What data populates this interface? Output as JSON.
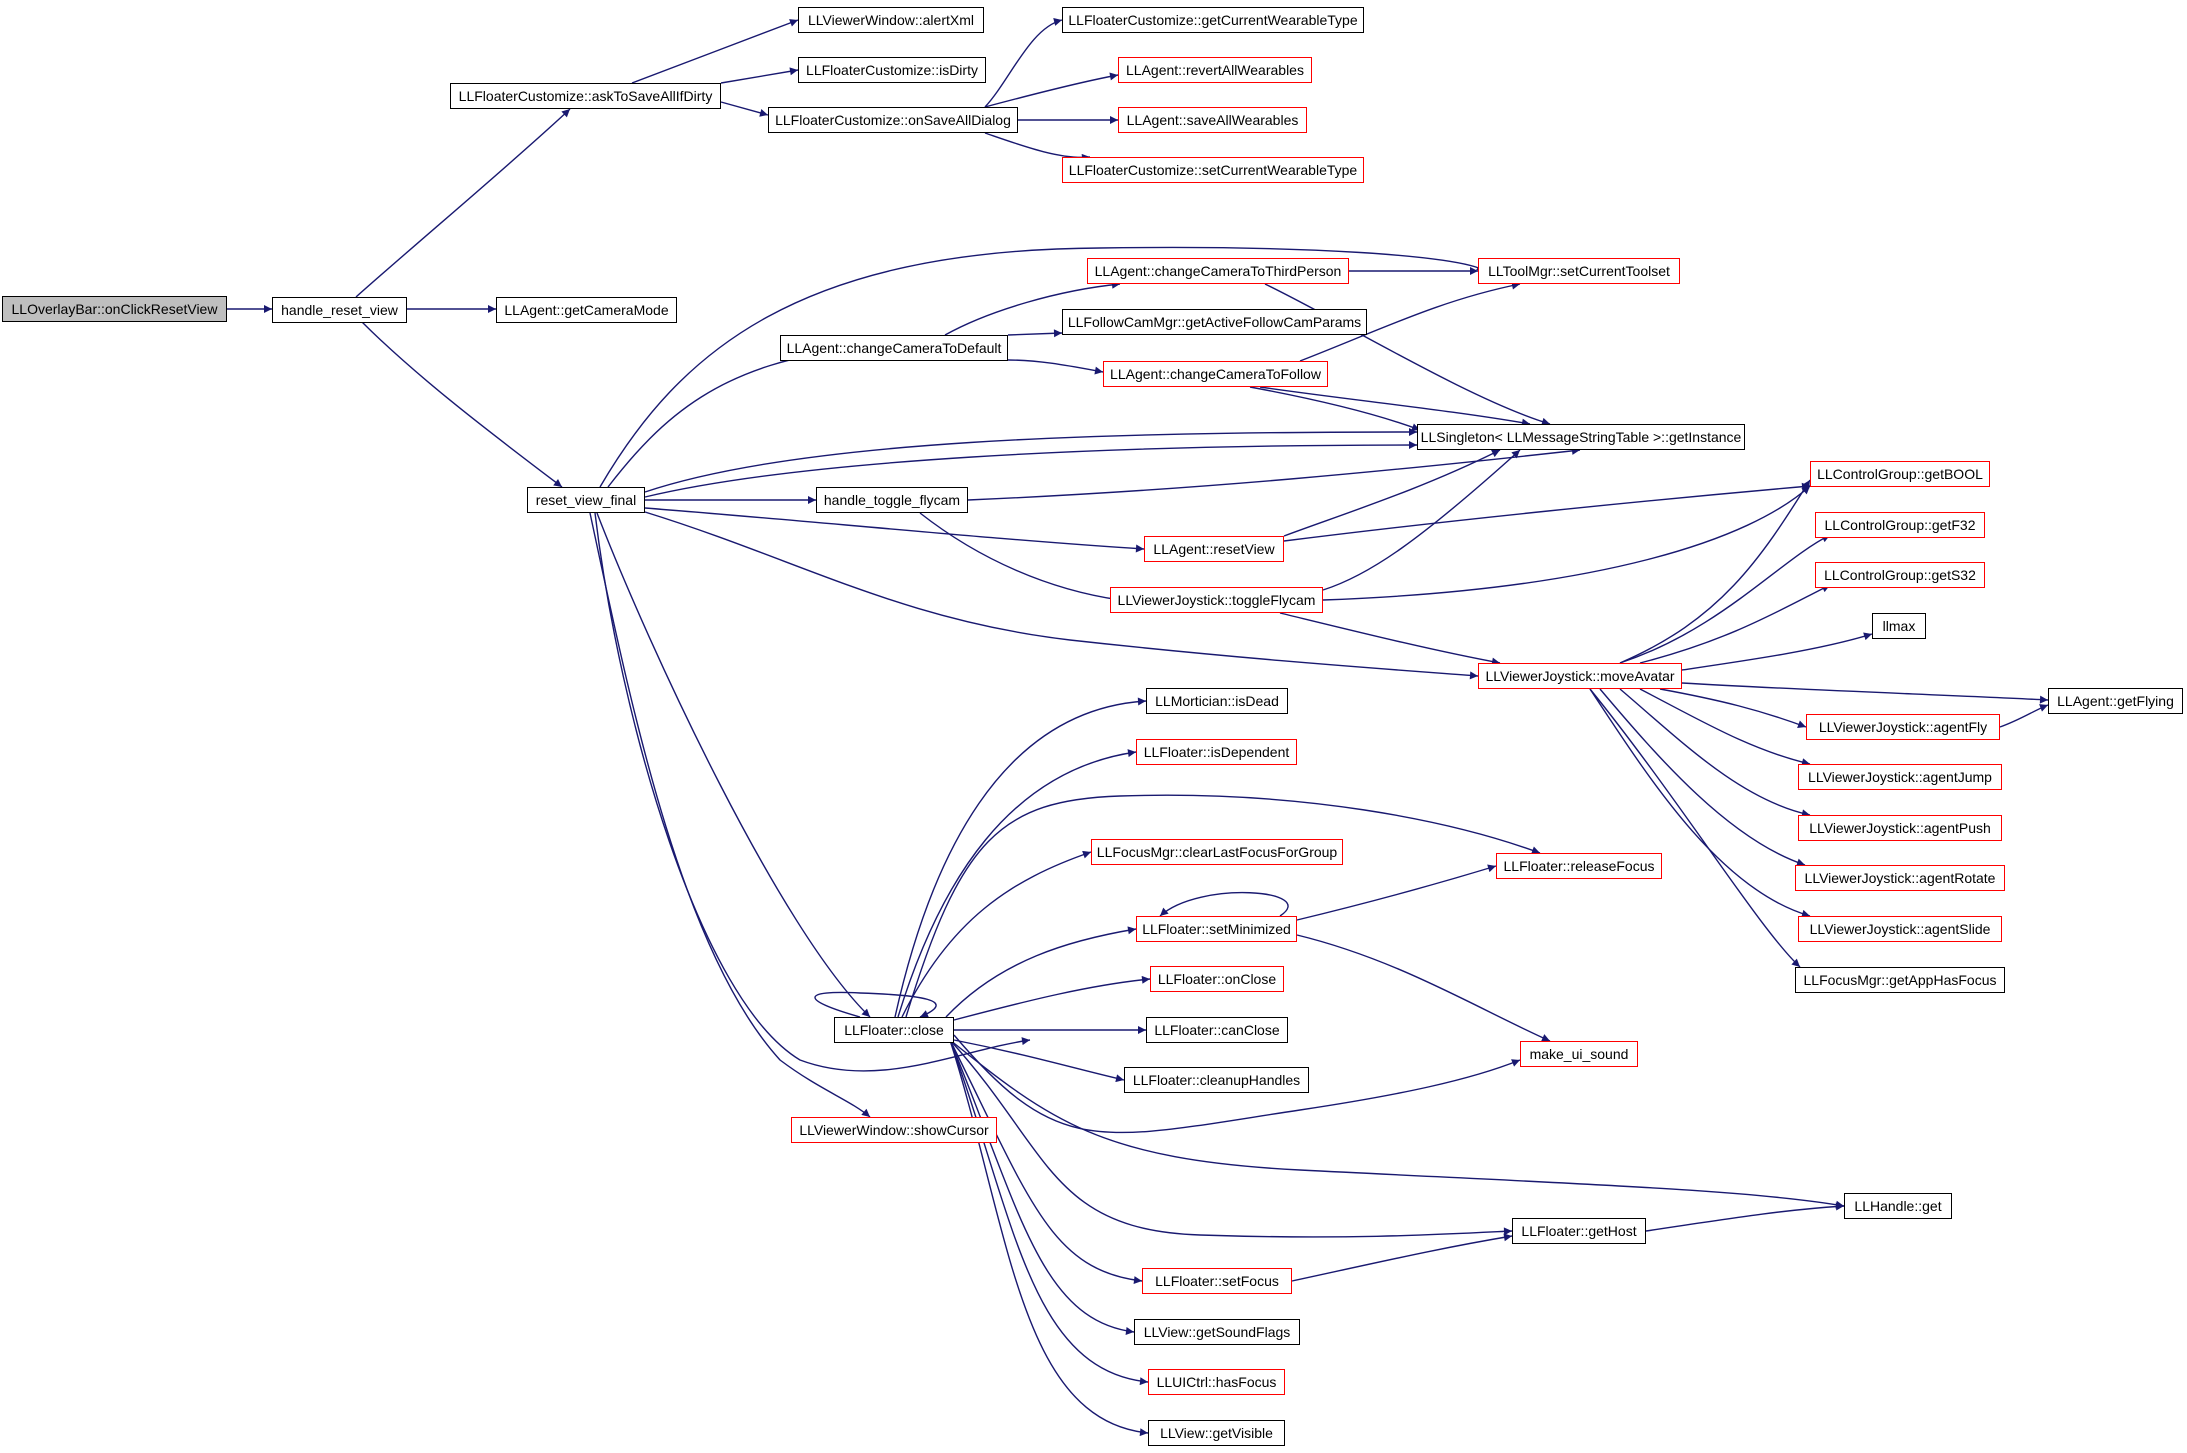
{
  "colors": {
    "edge": "#191970",
    "node_border_default": "#000000",
    "node_border_external": "#ff0000",
    "root_fill": "#bfbfbf"
  },
  "nodes": {
    "onClickResetView": "LLOverlayBar::onClickResetView",
    "handle_reset_view": "handle_reset_view",
    "getCameraMode": "LLAgent::getCameraMode",
    "askToSaveAllIfDirty": "LLFloaterCustomize::askToSaveAllIfDirty",
    "alertXml": "LLViewerWindow::alertXml",
    "isDirty": "LLFloaterCustomize::isDirty",
    "onSaveAllDialog": "LLFloaterCustomize::onSaveAllDialog",
    "getCurrentWearableType": "LLFloaterCustomize::getCurrentWearableType",
    "revertAllWearables": "LLAgent::revertAllWearables",
    "saveAllWearables": "LLAgent::saveAllWearables",
    "setCurrentWearableType": "LLFloaterCustomize::setCurrentWearableType",
    "reset_view_final": "reset_view_final",
    "changeCameraToThirdPerson": "LLAgent::changeCameraToThirdPerson",
    "setCurrentToolset": "LLToolMgr::setCurrentToolset",
    "changeCameraToDefault": "LLAgent::changeCameraToDefault",
    "getActiveFollowCamParams": "LLFollowCamMgr::getActiveFollowCamParams",
    "changeCameraToFollow": "LLAgent::changeCameraToFollow",
    "getInstance": "LLSingleton< LLMessageStringTable >::getInstance",
    "handle_toggle_flycam": "handle_toggle_flycam",
    "resetView": "LLAgent::resetView",
    "toggleFlycam": "LLViewerJoystick::toggleFlycam",
    "getBOOL": "LLControlGroup::getBOOL",
    "getF32": "LLControlGroup::getF32",
    "getS32": "LLControlGroup::getS32",
    "llmax": "llmax",
    "moveAvatar": "LLViewerJoystick::moveAvatar",
    "getFlying": "LLAgent::getFlying",
    "agentFly": "LLViewerJoystick::agentFly",
    "agentJump": "LLViewerJoystick::agentJump",
    "agentPush": "LLViewerJoystick::agentPush",
    "agentRotate": "LLViewerJoystick::agentRotate",
    "agentSlide": "LLViewerJoystick::agentSlide",
    "getAppHasFocus": "LLFocusMgr::getAppHasFocus",
    "isDead": "LLMortician::isDead",
    "isDependent": "LLFloater::isDependent",
    "clearLastFocusForGroup": "LLFocusMgr::clearLastFocusForGroup",
    "releaseFocus": "LLFloater::releaseFocus",
    "setMinimized": "LLFloater::setMinimized",
    "onClose": "LLFloater::onClose",
    "close": "LLFloater::close",
    "canClose": "LLFloater::canClose",
    "cleanupHandles": "LLFloater::cleanupHandles",
    "make_ui_sound": "make_ui_sound",
    "showCursor": "LLViewerWindow::showCursor",
    "handleGet": "LLHandle::get",
    "getHost": "LLFloater::getHost",
    "setFocus": "LLFloater::setFocus",
    "getSoundFlags": "LLView::getSoundFlags",
    "hasFocus": "LLUICtrl::hasFocus",
    "getVisible": "LLView::getVisible"
  }
}
